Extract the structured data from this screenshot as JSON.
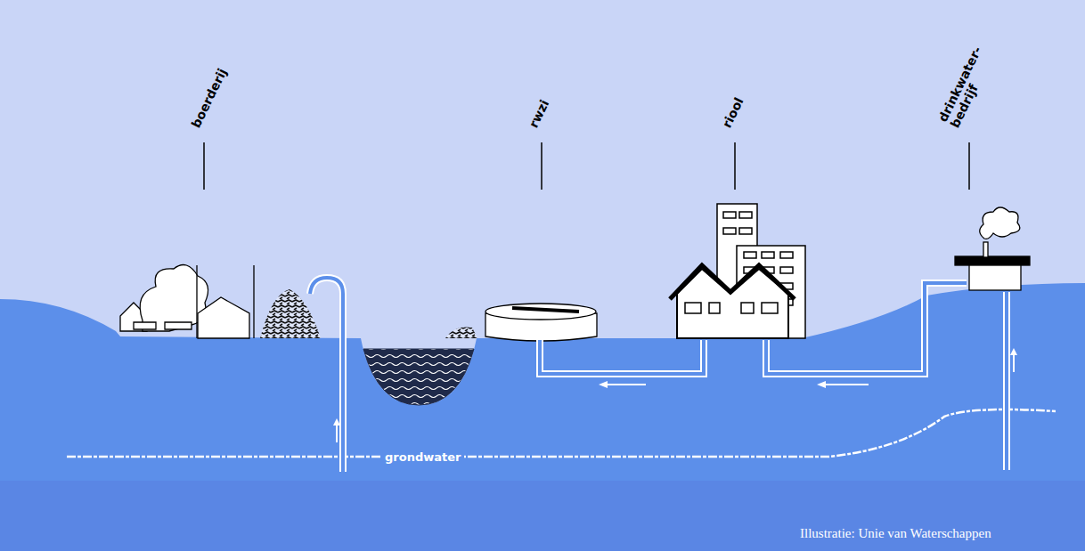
{
  "diagram": {
    "labels": [
      "boerderij",
      "rwzi",
      "riool",
      "drinkwater- bedrijf",
      "grondwater",
      "Illustratie: Unie van Waterschappen"
    ]
  }
}
